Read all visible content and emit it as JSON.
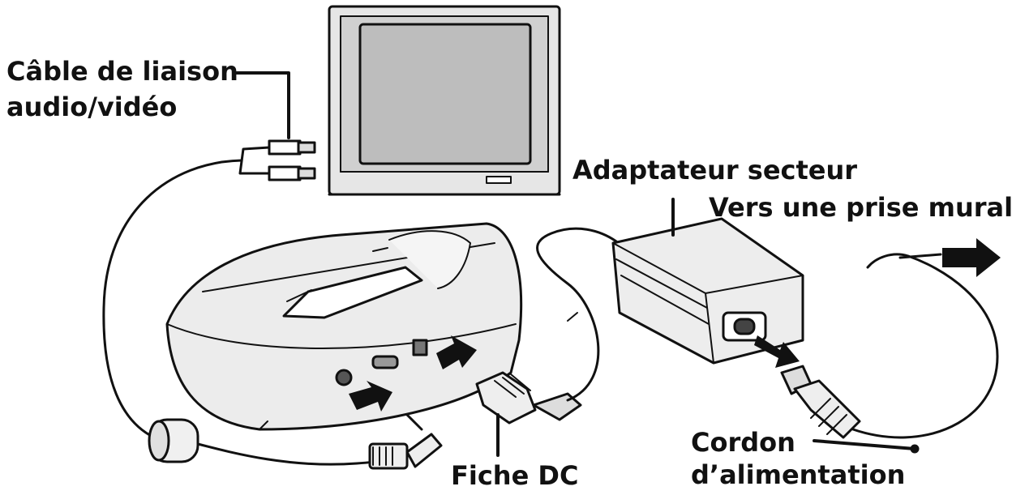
{
  "labels": {
    "cable_line1": "Câble de liaison",
    "cable_line2": "audio/vidéo",
    "adapter": "Adaptateur secteur",
    "wall": "Vers une prise murale",
    "fiche": "Fiche DC",
    "cordon_line1": "Cordon",
    "cordon_line2": "d’alimentation"
  },
  "colors": {
    "line": "#111111",
    "device_light": "#eeeeee",
    "device_mid": "#c8c8c8",
    "device_dark": "#9a9a9a",
    "screen": "#bdbdbd"
  }
}
